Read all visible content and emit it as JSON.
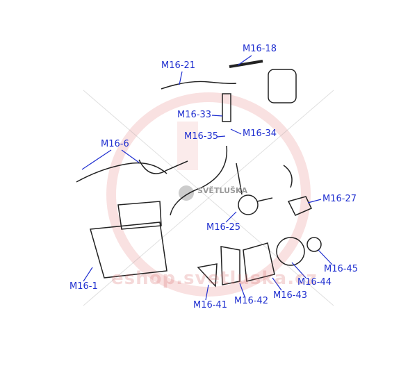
{
  "diagram": {
    "watermark_text": "eshop.svetluska.cz",
    "logo_text": "SVĚTLUŠKA",
    "label_color": "#1f2fd0",
    "labels": [
      {
        "id": "m16-18",
        "text": "M16-18"
      },
      {
        "id": "m16-21",
        "text": "M16-21"
      },
      {
        "id": "m16-33",
        "text": "M16-33"
      },
      {
        "id": "m16-35",
        "text": "M16-35"
      },
      {
        "id": "m16-34",
        "text": "M16-34"
      },
      {
        "id": "m16-6",
        "text": "M16-6"
      },
      {
        "id": "m16-27",
        "text": "M16-27"
      },
      {
        "id": "m16-25",
        "text": "M16-25"
      },
      {
        "id": "m16-1",
        "text": "M16-1"
      },
      {
        "id": "m16-45",
        "text": "M16-45"
      },
      {
        "id": "m16-44",
        "text": "M16-44"
      },
      {
        "id": "m16-41",
        "text": "M16-41"
      },
      {
        "id": "m16-42",
        "text": "M16-42"
      },
      {
        "id": "m16-43",
        "text": "M16-43"
      }
    ]
  }
}
